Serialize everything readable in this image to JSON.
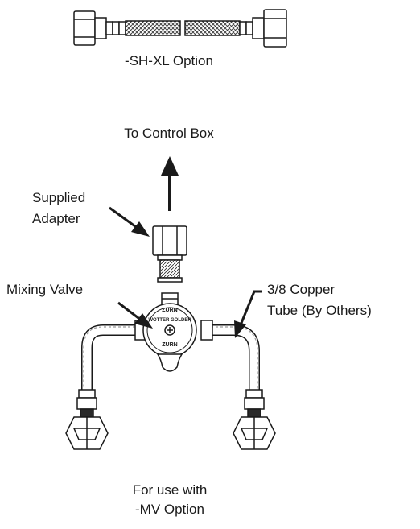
{
  "labels": {
    "sh_xl_option": "-SH-XL Option",
    "to_control_box": "To Control Box",
    "supplied_adapter_line1": "Supplied",
    "supplied_adapter_line2": "Adapter",
    "mixing_valve": "Mixing Valve",
    "copper_tube_line1": "3/8 Copper",
    "copper_tube_line2": "Tube (By Others)",
    "for_use_line1": "For use with",
    "for_use_line2": "-MV Option"
  },
  "valve_logo_text": {
    "top": "ZURN",
    "middle": "WOTTER GOLDER",
    "bottom": "ZURN"
  },
  "colors": {
    "line": "#1a1a1a",
    "fill": "#ffffff",
    "shade": "#9a9a9a",
    "dark": "#2a2a2a"
  }
}
